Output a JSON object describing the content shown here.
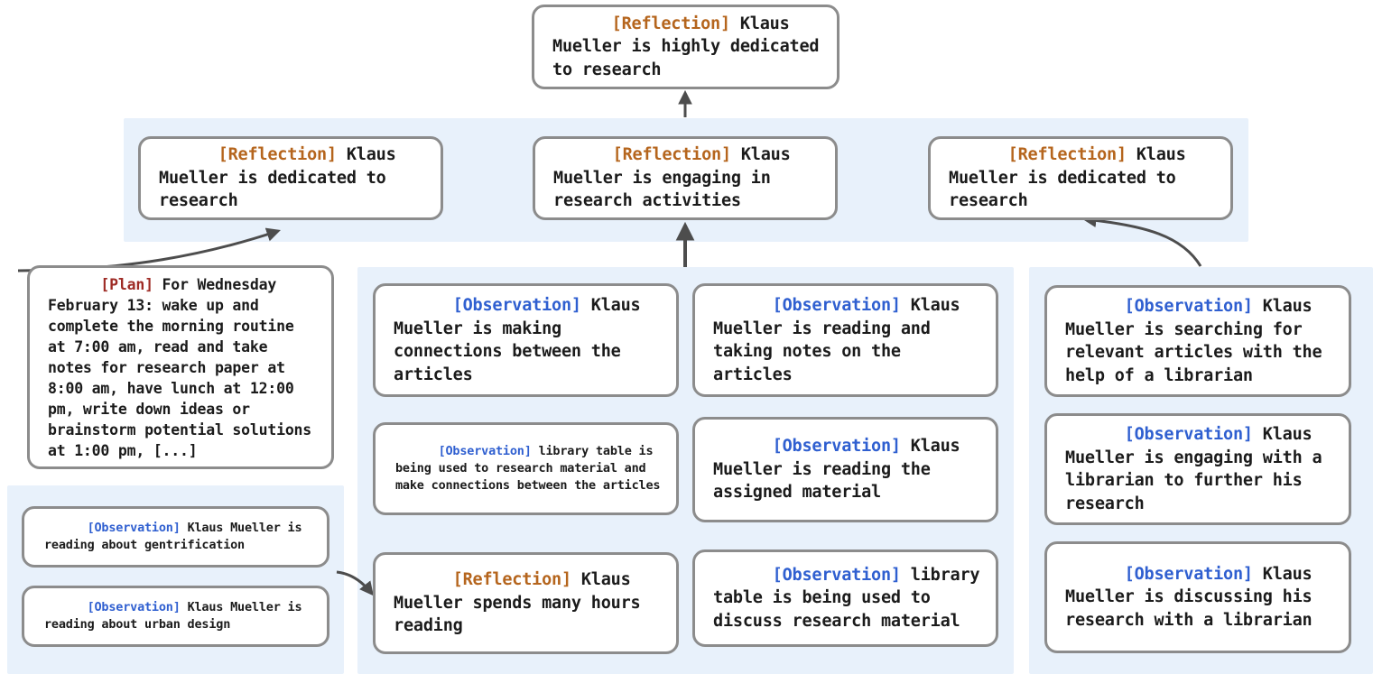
{
  "theme": {
    "panel_bg": "#e8f1fb",
    "node_border": "#8c8c8c",
    "node_bg": "#ffffff",
    "arrow_color": "#4d4d4d",
    "tag_reflection_color": "#b5651d",
    "tag_observation_color": "#2f5fd0",
    "tag_plan_color": "#9e2b25",
    "text_color": "#1b1b1b"
  },
  "tags": {
    "reflection": "[Reflection]",
    "observation": "[Observation]",
    "plan": "[Plan]"
  },
  "nodes": {
    "root_reflection": {
      "tag": "[Reflection]",
      "text": " Klaus Mueller is highly dedicated to research"
    },
    "reflection_left": {
      "tag": "[Reflection]",
      "text": " Klaus Mueller is dedicated to research"
    },
    "reflection_middle": {
      "tag": "[Reflection]",
      "text": " Klaus Mueller is engaging in research activities"
    },
    "reflection_right": {
      "tag": "[Reflection]",
      "text": " Klaus Mueller is dedicated to research"
    },
    "plan_box": {
      "tag": "[Plan]",
      "text": " For Wednesday February 13: wake up and complete the morning routine at 7:00 am, read and take notes for research paper at 8:00 am, have lunch at 12:00 pm, write down ideas or brainstorm potential solutions at 1:00 pm, [...]"
    },
    "obs_bottomleft_1": {
      "tag": "[Observation]",
      "text": " Klaus Mueller is reading about gentrification"
    },
    "obs_bottomleft_2": {
      "tag": "[Observation]",
      "text": " Klaus Mueller is reading about urban design"
    },
    "col1_obs_1": {
      "tag": "[Observation]",
      "text": " Klaus Mueller is making connections between the articles"
    },
    "col1_obs_2": {
      "tag": "[Observation]",
      "text": " library table is being used to research material and make connections between the articles"
    },
    "col1_reflection_3": {
      "tag": "[Reflection]",
      "text": " Klaus Mueller spends many hours reading"
    },
    "col2_obs_1": {
      "tag": "[Observation]",
      "text": " Klaus Mueller is reading and taking notes on the articles"
    },
    "col2_obs_2": {
      "tag": "[Observation]",
      "text": " Klaus Mueller is reading the assigned material"
    },
    "col2_obs_3": {
      "tag": "[Observation]",
      "text": " library table is being used to discuss research material"
    },
    "col3_obs_1": {
      "tag": "[Observation]",
      "text": " Klaus Mueller is searching for relevant articles with the help of a librarian"
    },
    "col3_obs_2": {
      "tag": "[Observation]",
      "text": " Klaus Mueller is engaging with a librarian to further his research"
    },
    "col3_obs_3": {
      "tag": "[Observation]",
      "text": " Klaus Mueller is discussing his research with a librarian"
    }
  }
}
